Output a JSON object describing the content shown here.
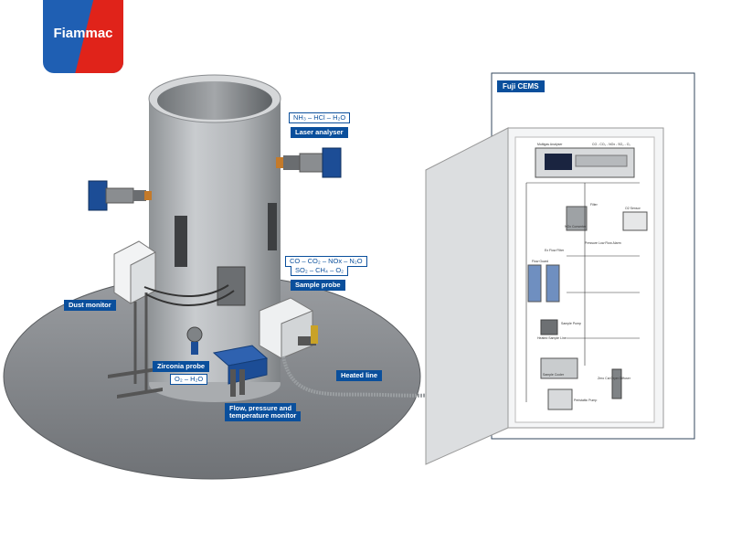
{
  "logo": {
    "text": "Fiammac"
  },
  "cabinet": {
    "title": "Fuji CEMS",
    "panel_header": "Multigas Analyser",
    "panel_gases": "CO - CO₂ - NOx - SO₂ - O₂",
    "inner_labels": [
      "Filter",
      "Sample Pump",
      "Peristaltic Pump",
      "Heated Sample Line",
      "Sample Cooler",
      "Zero Cal Dryer Diffuser",
      "Ex Flow Filter",
      "Pressure Low Flow Alarm",
      "Flow Guard",
      "NOx Converter",
      "O2 Sensor"
    ]
  },
  "labels": {
    "laser_gases": "NH₃ – HCl – H₂O",
    "laser_analyser": "Laser analyser",
    "sample_gases_1": "CO – CO₂ – NOx – N₂O",
    "sample_gases_2": "SO₂ – CH₄ – O₂",
    "sample_probe": "Sample probe",
    "dust_monitor": "Dust monitor",
    "zirconia_probe": "Zirconia probe",
    "zirconia_gases": "O₂ – H₂O",
    "heated_line": "Heated line",
    "flow_monitor_1": "Flow, pressure and",
    "flow_monitor_2": "temperature monitor"
  },
  "colors": {
    "brand_blue": "#0a4f9c",
    "brand_red": "#e0231a",
    "steel": "#b9bcbf",
    "floor": "#8d9094"
  }
}
